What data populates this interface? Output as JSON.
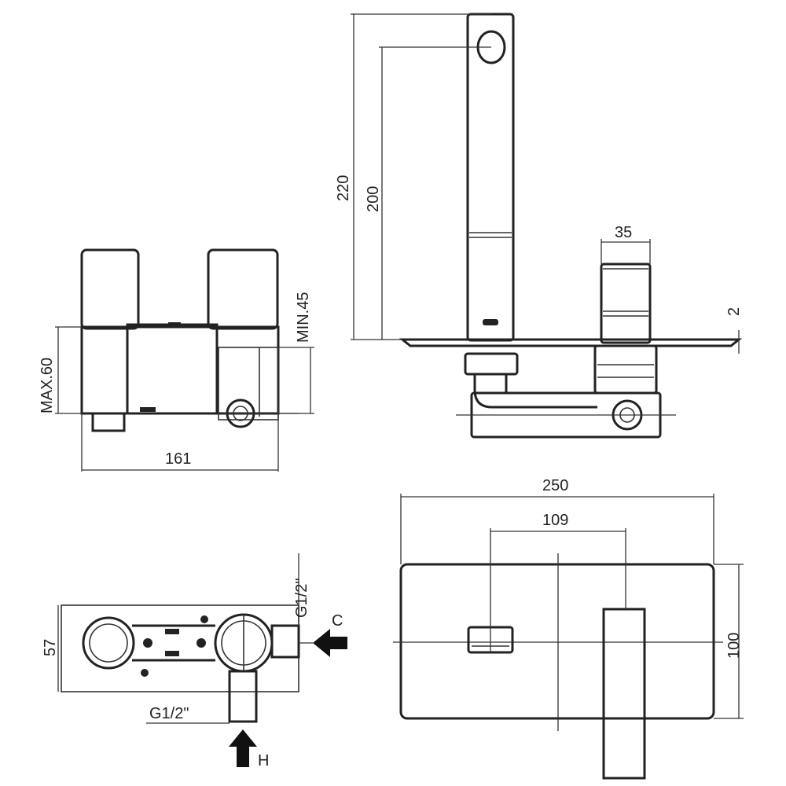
{
  "labels": {
    "d161": "161",
    "max60": "MAX.60",
    "min45": "MIN.45",
    "d220": "220",
    "d200": "200",
    "d35": "35",
    "d2": "2",
    "d250": "250",
    "d109": "109",
    "d100": "100",
    "d57": "57",
    "g12_top": "G1/2\"",
    "g12_bottom": "G1/2\"",
    "cold": "C",
    "hot": "H"
  }
}
